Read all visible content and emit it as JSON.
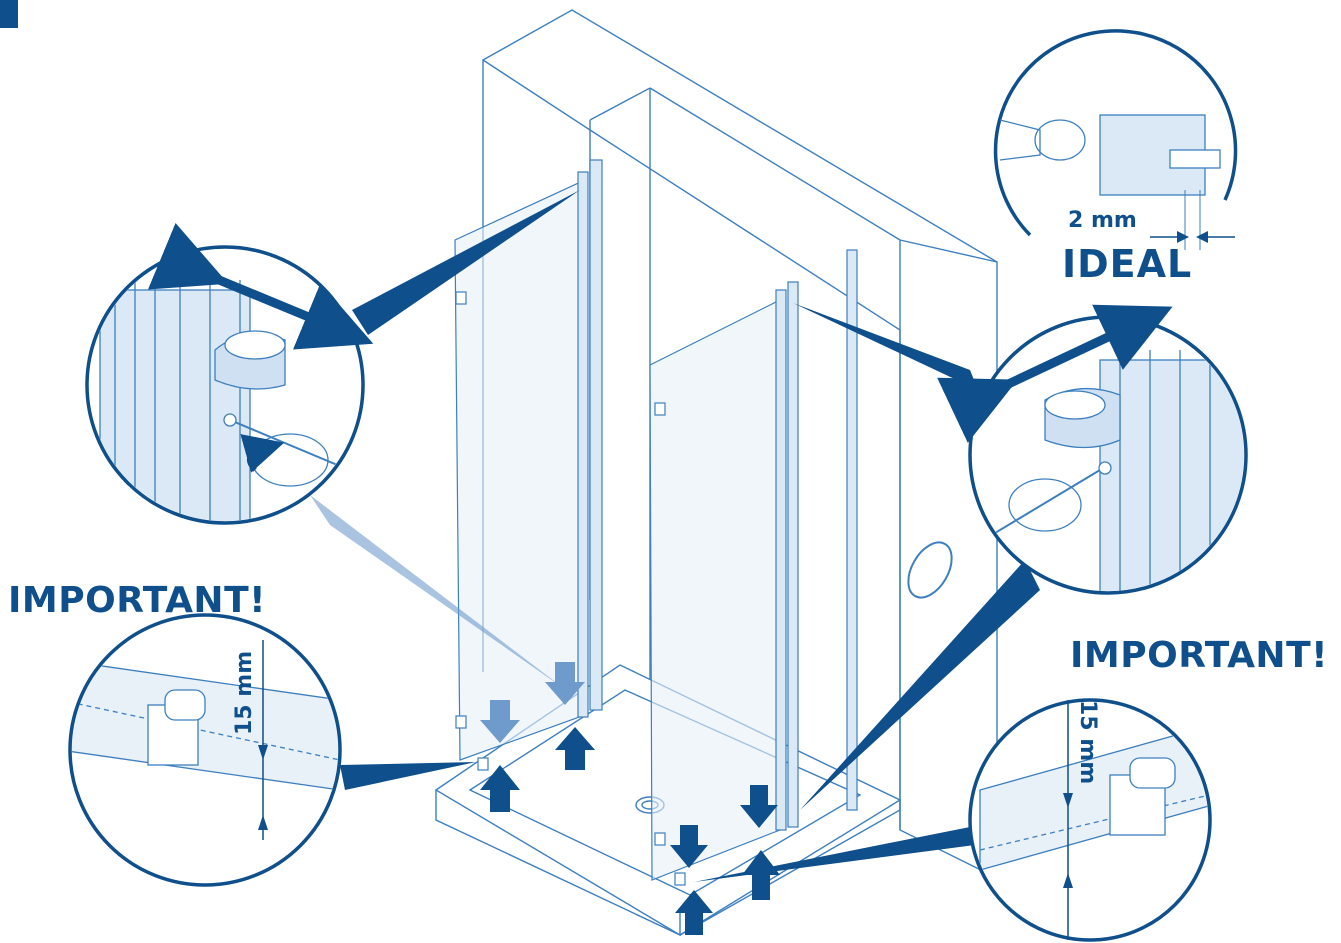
{
  "labels": {
    "important_left": "IMPORTANT!",
    "important_right": "IMPORTANT!",
    "ideal": "IDEAL",
    "gap_2mm": "2 mm",
    "gap_15mm_left": "15 mm",
    "gap_15mm_right": "15 mm"
  },
  "colors": {
    "brand_blue": "#0e4f8c",
    "line_blue": "#3d7fbf",
    "light_fill": "#dbe8f5"
  }
}
